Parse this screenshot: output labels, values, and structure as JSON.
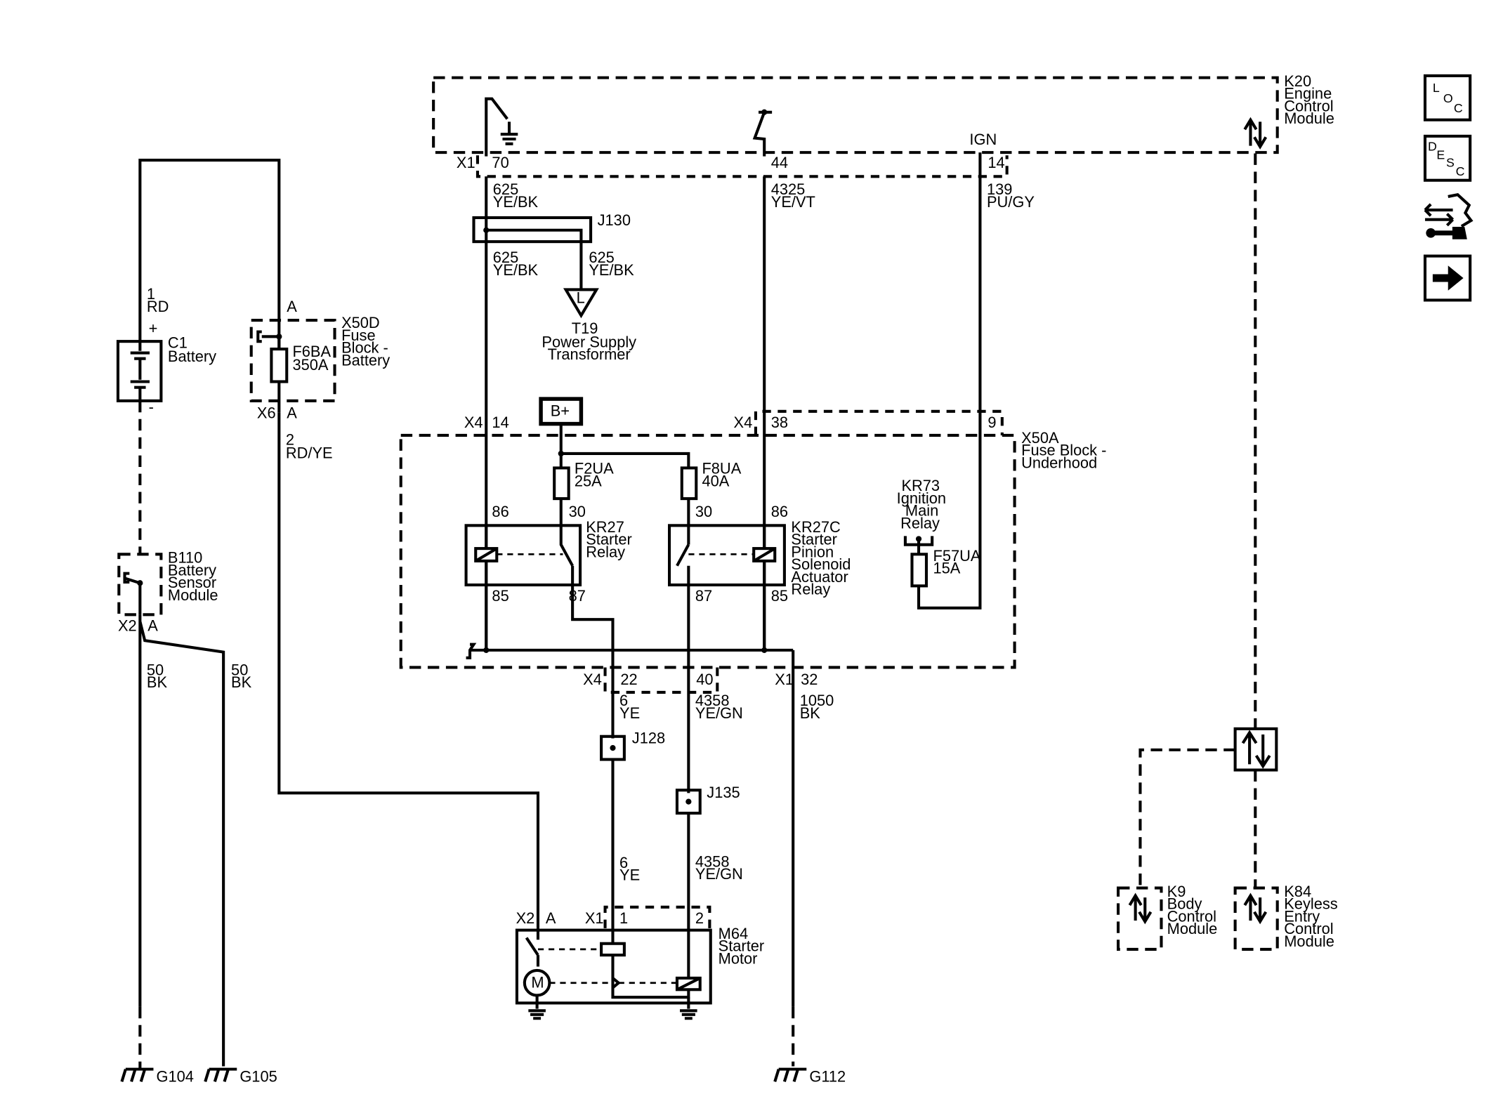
{
  "modules": {
    "k20": [
      "K20",
      "Engine",
      "Control",
      "Module"
    ],
    "x50d": [
      "X50D",
      "Fuse",
      "Block -",
      "Battery"
    ],
    "x50a": [
      "X50A",
      "Fuse Block -",
      "Underhood"
    ],
    "c1": [
      "C1",
      "Battery"
    ],
    "b110": [
      "B110",
      "Battery",
      "Sensor",
      "Module"
    ],
    "t19": [
      "T19",
      "Power Supply",
      "Transformer"
    ],
    "kr27": [
      "KR27",
      "Starter",
      "Relay"
    ],
    "kr27c": [
      "KR27C",
      "Starter",
      "Pinion",
      "Solenoid",
      "Actuator",
      "Relay"
    ],
    "kr73": [
      "KR73",
      "Ignition",
      "Main",
      "Relay"
    ],
    "m64": [
      "M64",
      "Starter",
      "Motor"
    ],
    "k9": [
      "K9",
      "Body",
      "Control",
      "Module"
    ],
    "k84": [
      "K84",
      "Keyless",
      "Entry",
      "Control",
      "Module"
    ]
  },
  "fuses": {
    "f6ba": [
      "F6BA",
      "350A"
    ],
    "f2ua": [
      "F2UA",
      "25A"
    ],
    "f8ua": [
      "F8UA",
      "40A"
    ],
    "f57ua": [
      "F57UA",
      "15A"
    ]
  },
  "splices": {
    "j130": "J130",
    "j128": "J128",
    "j135": "J135"
  },
  "grounds": {
    "g104": "G104",
    "g105": "G105",
    "g112": "G112"
  },
  "connectors": {
    "x1": "X1",
    "x2": "X2",
    "x4": "X4",
    "x6": "X6",
    "pin_a": "A",
    "pin_70": "70",
    "pin_44": "44",
    "pin_14": "14",
    "pin_38": "38",
    "pin_9": "9",
    "pin_22": "22",
    "pin_40": "40",
    "pin_32": "32",
    "pin_1": "1",
    "pin_2": "2",
    "pin_plus": "+",
    "pin_minus": "-",
    "relay_86": "86",
    "relay_30": "30",
    "relay_85": "85",
    "relay_87": "87"
  },
  "wires": {
    "w625": [
      "625",
      "YE/BK"
    ],
    "w4325": [
      "4325",
      "YE/VT"
    ],
    "w139": [
      "139",
      "PU/GY"
    ],
    "w1": [
      "1",
      "RD"
    ],
    "w2": [
      "2",
      "RD/YE"
    ],
    "w50": [
      "50",
      "BK"
    ],
    "w6": [
      "6",
      "YE"
    ],
    "w4358": [
      "4358",
      "YE/GN"
    ],
    "w1050": [
      "1050",
      "BK"
    ]
  },
  "labels": {
    "ign": "IGN",
    "b_plus": "B+",
    "transformer_l": "L",
    "motor_m": "M"
  },
  "side_icons": {
    "loc": [
      "L",
      "O",
      "C"
    ],
    "desc": [
      "D",
      "E",
      "S",
      "C"
    ]
  }
}
